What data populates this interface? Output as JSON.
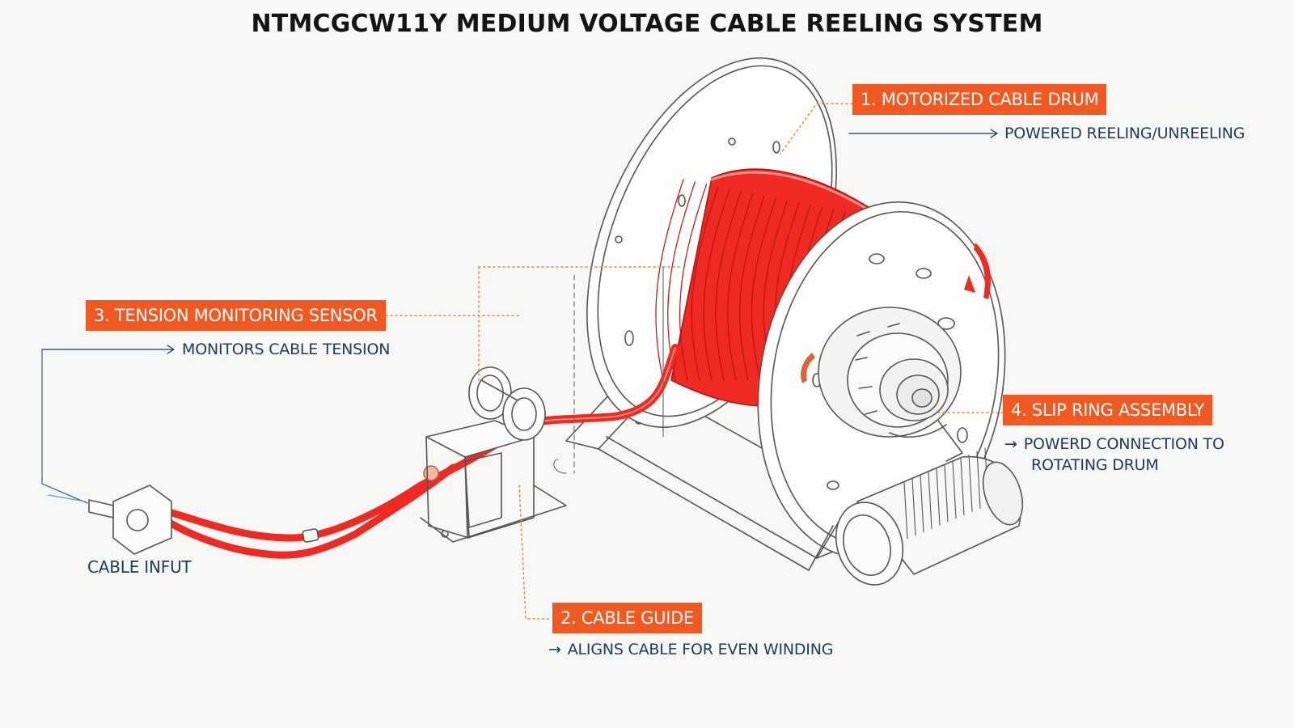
{
  "title": "NTMCGCW11Y MEDIUM VOLTAGE CABLE REELING SYSTEM",
  "colors": {
    "background": "#f7f7f6",
    "tag_orange": "#f05a22",
    "cable_red": "#ef2a22",
    "text_navy": "#1f3a5c",
    "leader_orange": "#e8863e",
    "line_gray": "#555555"
  },
  "labels": {
    "drum": {
      "tag": "1. MOTORIZED CABLE DRUM",
      "desc": "POWERED REELING/UNREELING"
    },
    "guide": {
      "tag": "2. CABLE GUIDE",
      "desc": "ALIGNS CABLE FOR EVEN WINDING"
    },
    "sensor": {
      "tag": "3. TENSION MONITORING SENSOR",
      "desc": "MONITORS CABLE TENSION"
    },
    "slip_ring": {
      "tag": "4. SLIP RING ASSEMBLY",
      "desc_line1": "POWERD CONNECTION TO",
      "desc_line2": "ROTATING DRUM"
    },
    "input": {
      "text": "CABLE INFUT"
    }
  },
  "icons": {
    "arrow": "→"
  }
}
